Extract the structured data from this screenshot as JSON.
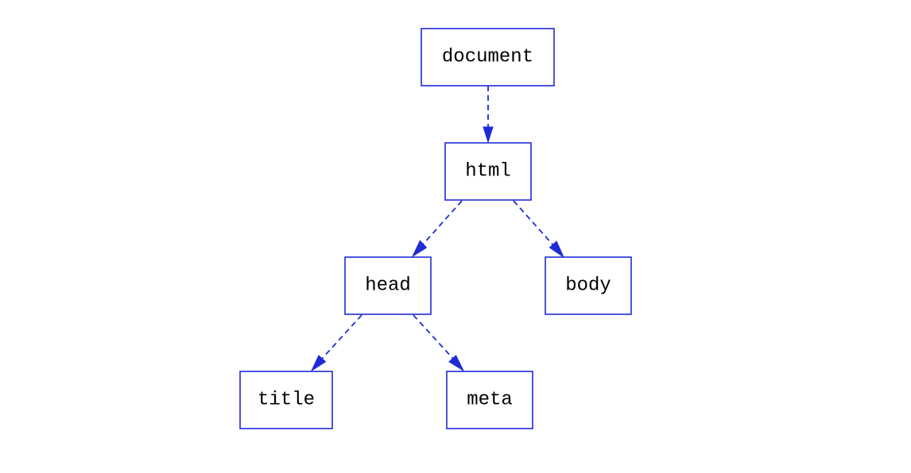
{
  "colors": {
    "stroke": "#1f2bd6",
    "text": "#000000",
    "background": "#ffffff"
  },
  "nodes": {
    "document": {
      "label": "document"
    },
    "html": {
      "label": "html"
    },
    "head": {
      "label": "head"
    },
    "body": {
      "label": "body"
    },
    "title": {
      "label": "title"
    },
    "meta": {
      "label": "meta"
    }
  },
  "edges": [
    {
      "from": "document",
      "to": "html",
      "style": "dashed"
    },
    {
      "from": "html",
      "to": "head",
      "style": "dashed"
    },
    {
      "from": "html",
      "to": "body",
      "style": "dashed"
    },
    {
      "from": "head",
      "to": "title",
      "style": "dashed"
    },
    {
      "from": "head",
      "to": "meta",
      "style": "dashed"
    }
  ]
}
